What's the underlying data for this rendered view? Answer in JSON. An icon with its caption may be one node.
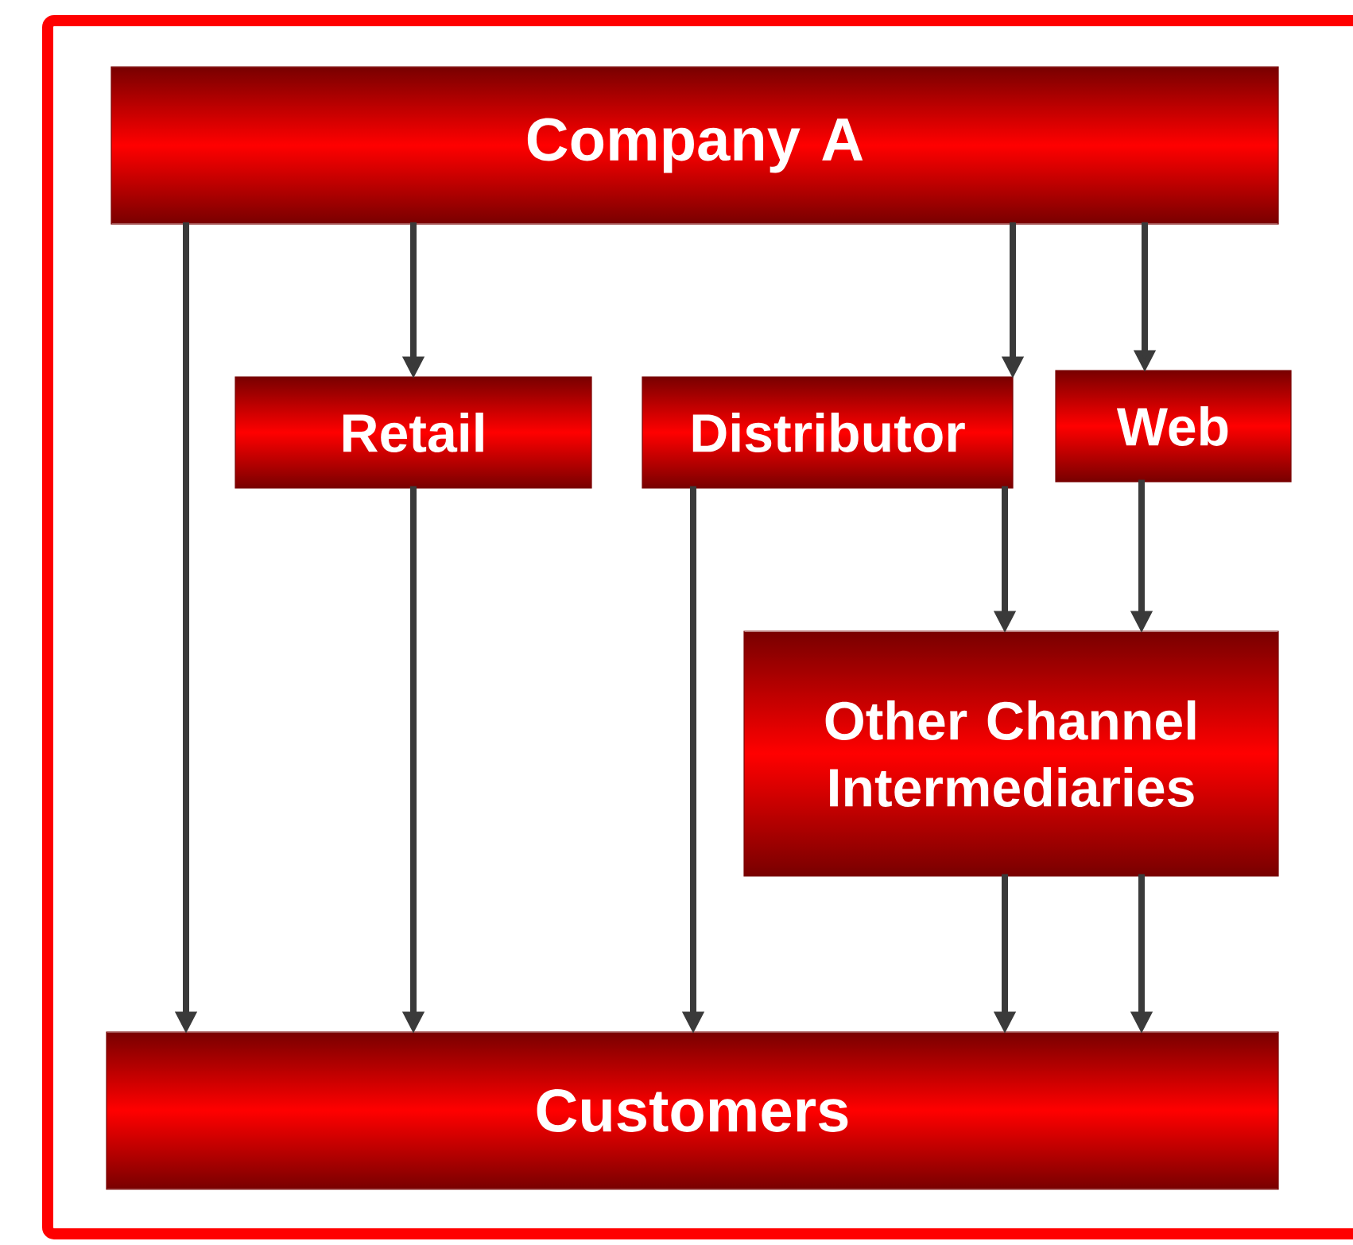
{
  "diagram": {
    "nodes": [
      {
        "text": [
          "Company A"
        ]
      },
      {
        "text": [
          "Retail"
        ]
      },
      {
        "text": [
          "Distributor"
        ]
      },
      {
        "text": [
          "Web"
        ]
      },
      {
        "text": [
          "Other Channel Intermediaries"
        ]
      },
      {
        "text": [
          "Customers"
        ]
      }
    ],
    "edges": [
      {
        "from": 0,
        "to": 5,
        "arrow": "to"
      },
      {
        "from": 0,
        "to": 1,
        "arrow": "to"
      },
      {
        "from": 0,
        "to": 2,
        "arrow": "to"
      },
      {
        "from": 0,
        "to": 3,
        "arrow": "to"
      },
      {
        "from": 1,
        "to": 5,
        "arrow": "to"
      },
      {
        "from": 2,
        "to": 5,
        "arrow": "to"
      },
      {
        "from": 2,
        "to": 4,
        "arrow": "to"
      },
      {
        "from": 3,
        "to": 4,
        "arrow": "to"
      },
      {
        "from": 4,
        "to": 5,
        "arrow": "to"
      },
      {
        "from": 4,
        "to": 5,
        "arrow": "to"
      }
    ]
  }
}
